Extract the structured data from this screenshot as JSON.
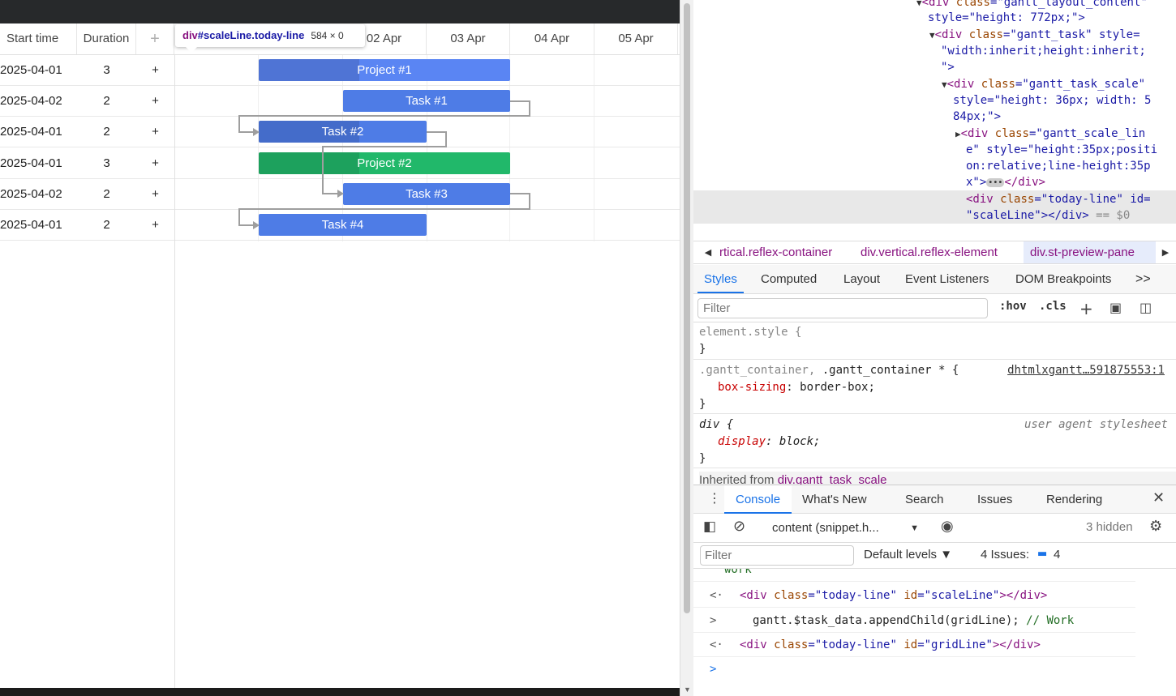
{
  "gantt": {
    "headers": {
      "start_time": "Start time",
      "duration": "Duration",
      "add": "+"
    },
    "dates": [
      "02 Apr",
      "03 Apr",
      "04 Apr",
      "05 Apr"
    ],
    "rows": [
      {
        "start": "2025-04-01",
        "duration": "3",
        "add": "+",
        "bar": "Project #1",
        "type": "project",
        "color": "#5a85f3",
        "progress": 0.4
      },
      {
        "start": "2025-04-02",
        "duration": "2",
        "add": "+",
        "bar": "Task #1",
        "type": "task",
        "color": "#4e7ce6",
        "progress": 0.0
      },
      {
        "start": "2025-04-01",
        "duration": "2",
        "add": "+",
        "bar": "Task #2",
        "type": "task",
        "color": "#4e7ce6",
        "progress": 0.6
      },
      {
        "start": "2025-04-01",
        "duration": "3",
        "add": "+",
        "bar": "Project #2",
        "type": "project",
        "color": "#21b86a",
        "progress": 0.4
      },
      {
        "start": "2025-04-02",
        "duration": "2",
        "add": "+",
        "bar": "Task #3",
        "type": "task",
        "color": "#4e7ce6",
        "progress": 0.0
      },
      {
        "start": "2025-04-01",
        "duration": "2",
        "add": "+",
        "bar": "Task #4",
        "type": "task",
        "color": "#4e7ce6",
        "progress": 0.0
      }
    ],
    "tooltip": {
      "tag": "div",
      "id": "#scaleLine",
      "cls": ".today-line",
      "dims": "584 × 0"
    }
  },
  "devtools": {
    "dom": {
      "l0": {
        "open": "<div ",
        "attr": "class",
        "val": "=\"gantt_layout_content\""
      },
      "l1": "style=\"height: 772px;\">",
      "l2": {
        "open": "<div ",
        "attr": "class",
        "val": "=\"gantt_task\" style="
      },
      "l3": "\"width:inherit;height:inherit;",
      "l4": "\">",
      "l5": {
        "open": "<div ",
        "attr": "class",
        "val": "=\"gantt_task_scale\""
      },
      "l6": "style=\"height: 36px; width: 5",
      "l7": "84px;\">",
      "l8": {
        "open": "<div ",
        "attr": "class",
        "val": "=\"gantt_scale_lin"
      },
      "l9": "e\" style=\"height:35px;positi",
      "l10": "on:relative;line-height:35p",
      "l11": "x\">",
      "l11_close": "</div>",
      "l12": {
        "open": "<div ",
        "attr": "class",
        "val": "=\"today-line\" id="
      },
      "l13": "\"scaleLine\"></div>",
      "l13_suffix": " == $0",
      "l14": "..."
    },
    "breadcrumbs": [
      "rtical.reflex-container",
      "div.vertical.reflex-element",
      "div.st-preview-pane"
    ],
    "tabs": [
      "Styles",
      "Computed",
      "Layout",
      "Event Listeners",
      "DOM Breakpoints",
      ">>"
    ],
    "filter_placeholder": "Filter",
    "filter_tools": [
      ":hov",
      ".cls"
    ],
    "styles": {
      "element_style": "element.style {",
      "close": "}",
      "rule1_selector_a": ".gantt_container, ",
      "rule1_selector_b": ".gantt_container * {",
      "rule1_source": "dhtmlxgantt…591875553:1",
      "rule1_prop": "box-sizing",
      "rule1_val": ": border-box;",
      "rule2_selector": "div {",
      "rule2_source": "user agent stylesheet",
      "rule2_prop": "display",
      "rule2_val": ": block;",
      "inherited_label": "Inherited from ",
      "inherited_from": "div.gantt_task_scale"
    },
    "console_tabs": [
      "Console",
      "What's New",
      "Search",
      "Issues",
      "Rendering"
    ],
    "console_context": "content (snippet.h...",
    "hidden": "3 hidden",
    "console_filter_placeholder": "Filter",
    "levels": "Default levels ▼",
    "issues_label": "4 Issues:",
    "issues_count": "4",
    "console_lines": [
      {
        "kind": "out",
        "text": "work"
      },
      {
        "kind": "result",
        "tag": "<div ",
        "attr1": "class",
        "val1": "=\"today-line\" ",
        "attr2": "id",
        "val2": "=\"scaleLine\"",
        "close": "></div>"
      },
      {
        "kind": "input",
        "code": "gantt.$task_data.appendChild(gridLine); ",
        "comment": "// Work"
      },
      {
        "kind": "result",
        "tag": "<div ",
        "attr1": "class",
        "val1": "=\"today-line\" ",
        "attr2": "id",
        "val2": "=\"gridLine\"",
        "close": "></div>"
      }
    ],
    "colors": {
      "accent": "#1a73e8",
      "tag": "#881280",
      "attr": "#994500",
      "value": "#1a1aa6"
    }
  }
}
